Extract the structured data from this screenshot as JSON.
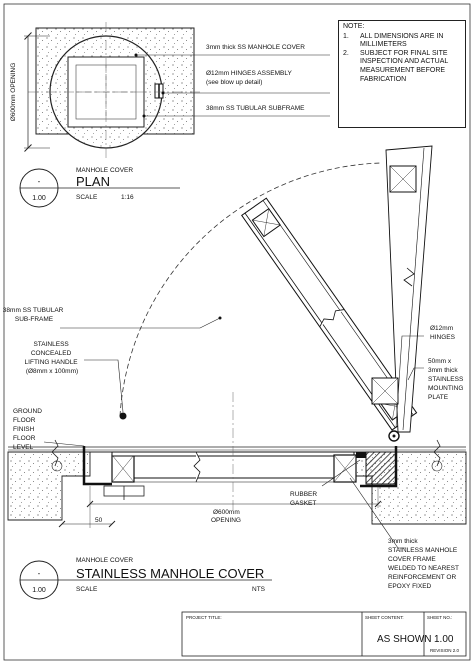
{
  "notes": {
    "title": "NOTE:",
    "items": [
      {
        "num": "1.",
        "text": "ALL DIMENSIONS ARE IN MILLIMETERS"
      },
      {
        "num": "2.",
        "text": "SUBJECT FOR FINAL SITE INSPECTION AND ACTUAL MEASUREMENT BEFORE FABRICATION"
      }
    ]
  },
  "plan": {
    "opening_dim": "Ø600mm OPENING",
    "labels": {
      "cover": "3mm thick SS MANHOLE COVER",
      "hinges": "Ø12mm HINGES ASSEMBLY",
      "hinges_sub": "(see blow up detail)",
      "subframe": "38mm SS TUBULAR SUBFRAME"
    },
    "title_block": {
      "marker_top": "-",
      "marker_bottom": "1.00",
      "subtitle": "MANHOLE COVER",
      "title": "PLAN",
      "scale_label": "SCALE",
      "scale_value": "1:16"
    }
  },
  "section": {
    "labels": {
      "subframe": [
        "38mm SS TUBULAR",
        "SUB-FRAME"
      ],
      "handle": [
        "STAINLESS",
        "CONCEALED",
        "LIFTING HANDLE",
        "(Ø8mm x 100mm)"
      ],
      "ground": [
        "GROUND",
        "FLOOR",
        "FINISH",
        "FLOOR",
        "LEVEL"
      ],
      "hinges": [
        "Ø12mm",
        "HINGES"
      ],
      "plate": [
        "50mm x",
        "3mm thick",
        "STAINLESS",
        "MOUNTING",
        "PLATE"
      ],
      "gasket": [
        "RUBBER",
        "GASKET"
      ],
      "opening": [
        "Ø600mm",
        "OPENING"
      ],
      "dim_50": "50",
      "frame": [
        "3mm thick",
        "STAINLESS MANHOLE",
        "COVER FRAME",
        "WELDED TO NEAREST",
        "REINFORCEMENT OR",
        "EPOXY FIXED"
      ]
    },
    "title_block": {
      "marker_top": "-",
      "marker_bottom": "1.00",
      "subtitle": "MANHOLE COVER",
      "title": "STAINLESS MANHOLE COVER",
      "scale_label": "SCALE",
      "scale_value": "NTS"
    }
  },
  "titleblock": {
    "project_title_label": "PROJECT TITLE:",
    "sheet_content_label": "SHEET CONTENT:",
    "sheet_no_label": "SHEET NO.:",
    "sheet_content": "AS SHOWN",
    "sheet_no": "1.00",
    "revision": "REVISION 2.0"
  }
}
